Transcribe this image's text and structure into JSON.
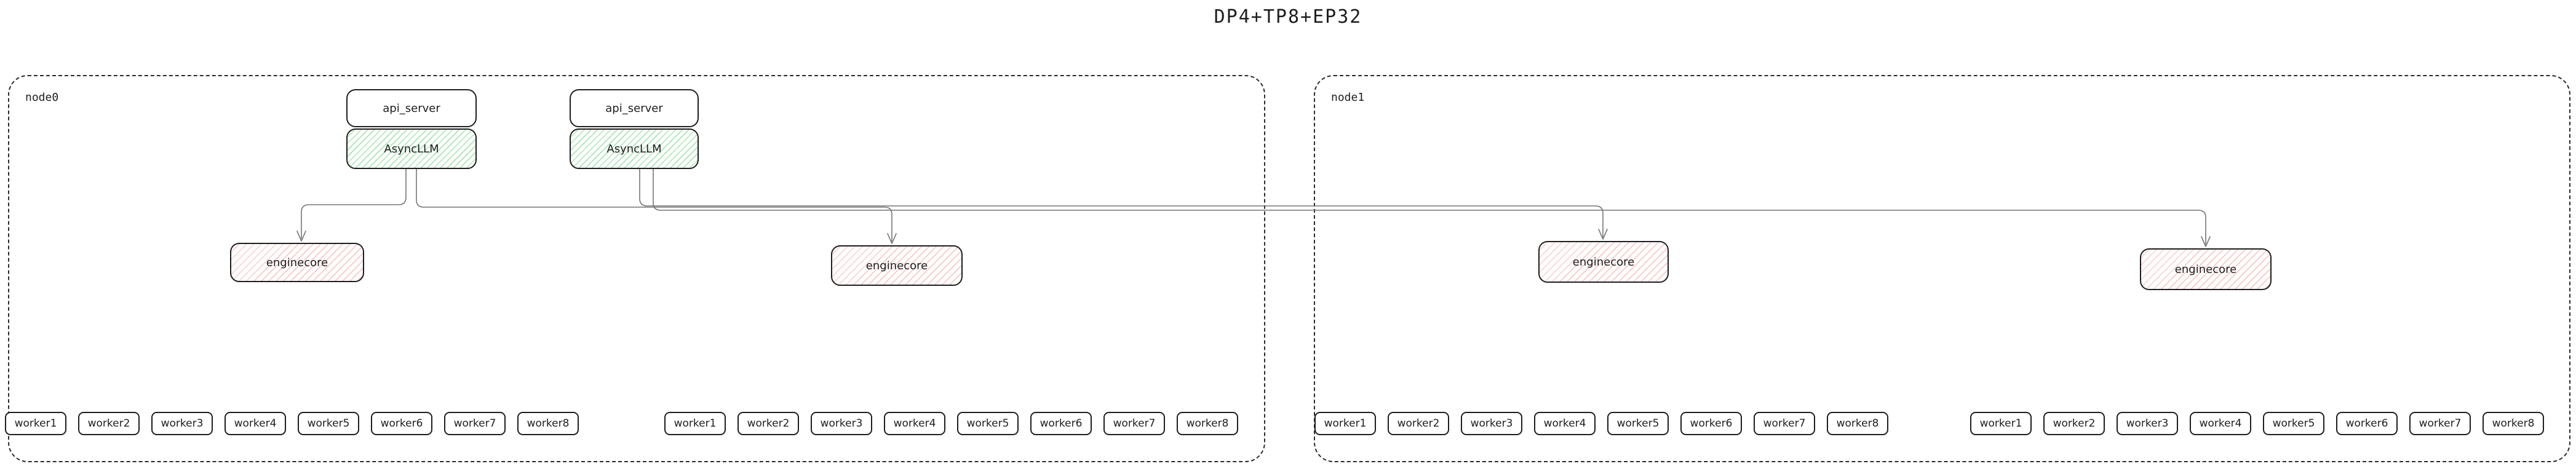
{
  "title": "DP4+TP8+EP32",
  "colors": {
    "ink": "#1e1e1e",
    "connector": "#757575",
    "green_hatch": "#40c057",
    "red_hatch": "#e03131"
  },
  "nodes": [
    {
      "label": "node0",
      "stacks": [
        {
          "api_server": "api_server",
          "async_llm": "AsyncLLM"
        },
        {
          "api_server": "api_server",
          "async_llm": "AsyncLLM"
        }
      ],
      "enginecores": [
        "enginecore",
        "enginecore"
      ],
      "worker_groups": [
        [
          "worker1",
          "worker2",
          "worker3",
          "worker4",
          "worker5",
          "worker6",
          "worker7",
          "worker8"
        ],
        [
          "worker1",
          "worker2",
          "worker3",
          "worker4",
          "worker5",
          "worker6",
          "worker7",
          "worker8"
        ]
      ]
    },
    {
      "label": "node1",
      "stacks": [],
      "enginecores": [
        "enginecore",
        "enginecore"
      ],
      "worker_groups": [
        [
          "worker1",
          "worker2",
          "worker3",
          "worker4",
          "worker5",
          "worker6",
          "worker7",
          "worker8"
        ],
        [
          "worker1",
          "worker2",
          "worker3",
          "worker4",
          "worker5",
          "worker6",
          "worker7",
          "worker8"
        ]
      ]
    }
  ]
}
